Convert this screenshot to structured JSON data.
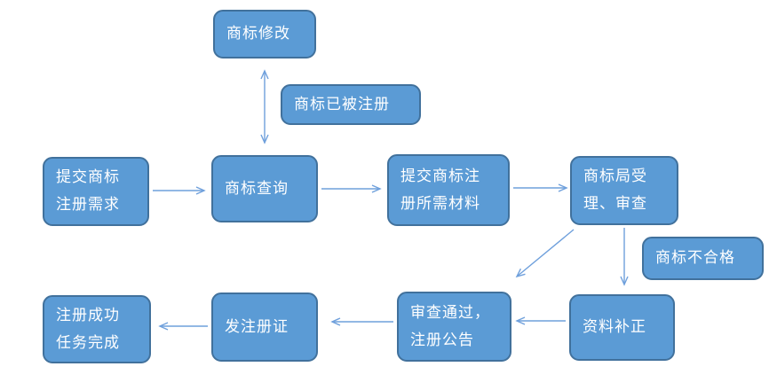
{
  "diagram": {
    "name": "trademark-registration-flowchart",
    "colors": {
      "box_fill": "#5B9BD5",
      "box_border": "#41719C",
      "arrow": "#6FA0DC",
      "text": "#FFFFFF",
      "background": "#FFFFFF"
    },
    "nodes": {
      "modify": {
        "label": "商标修改"
      },
      "registered": {
        "label": "商标已被注册"
      },
      "submit_demand": {
        "label": "提交商标\n注册需求"
      },
      "query": {
        "label": "商标查询"
      },
      "materials": {
        "label": "提交商标注\n册所需材料"
      },
      "office": {
        "label": "商标局受\n理、审查"
      },
      "unqualified": {
        "label": "商标不合格"
      },
      "correction": {
        "label": "资料补正"
      },
      "approval": {
        "label": "审查通过，\n注册公告"
      },
      "certificate": {
        "label": "发注册证"
      },
      "success": {
        "label": "注册成功\n任务完成"
      }
    },
    "edges": [
      {
        "from": "submit_demand",
        "to": "query",
        "direction": "right"
      },
      {
        "from": "query",
        "to": "materials",
        "direction": "right"
      },
      {
        "from": "materials",
        "to": "office",
        "direction": "right"
      },
      {
        "from": "query",
        "to": "modify",
        "direction": "both-vertical"
      },
      {
        "from": "office",
        "to": "correction",
        "direction": "down"
      },
      {
        "from": "office",
        "to": "approval",
        "direction": "down-left"
      },
      {
        "from": "correction",
        "to": "approval",
        "direction": "left"
      },
      {
        "from": "approval",
        "to": "certificate",
        "direction": "left"
      },
      {
        "from": "certificate",
        "to": "success",
        "direction": "left"
      }
    ]
  }
}
